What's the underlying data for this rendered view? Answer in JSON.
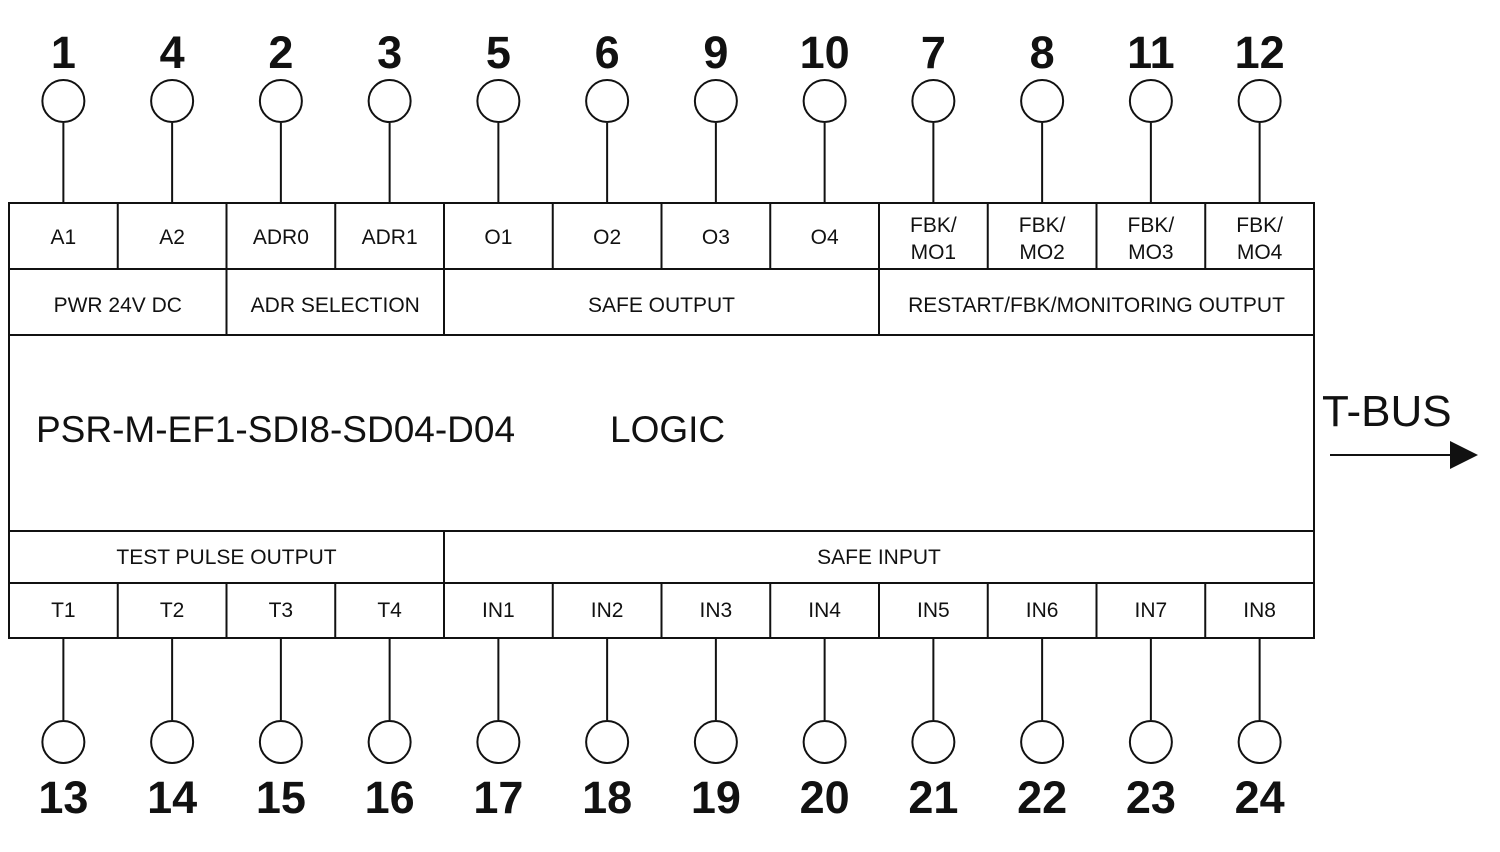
{
  "top_terminals": [
    {
      "number": "1",
      "label": [
        "A1"
      ]
    },
    {
      "number": "4",
      "label": [
        "A2"
      ]
    },
    {
      "number": "2",
      "label": [
        "ADR0"
      ]
    },
    {
      "number": "3",
      "label": [
        "ADR1"
      ]
    },
    {
      "number": "5",
      "label": [
        "O1"
      ]
    },
    {
      "number": "6",
      "label": [
        "O2"
      ]
    },
    {
      "number": "9",
      "label": [
        "O3"
      ]
    },
    {
      "number": "10",
      "label": [
        "O4"
      ]
    },
    {
      "number": "7",
      "label": [
        "FBK/",
        "MO1"
      ]
    },
    {
      "number": "8",
      "label": [
        "FBK/",
        "MO2"
      ]
    },
    {
      "number": "11",
      "label": [
        "FBK/",
        "MO3"
      ]
    },
    {
      "number": "12",
      "label": [
        "FBK/",
        "MO4"
      ]
    }
  ],
  "top_groups": [
    {
      "label": "PWR 24V DC",
      "span": 2
    },
    {
      "label": "ADR SELECTION",
      "span": 2
    },
    {
      "label": "SAFE OUTPUT",
      "span": 4
    },
    {
      "label": "RESTART/FBK/MONITORING OUTPUT",
      "span": 4
    }
  ],
  "module": {
    "model": "PSR-M-EF1-SDI8-SD04-D04",
    "function": "LOGIC"
  },
  "bus": {
    "label": "T-BUS"
  },
  "bottom_groups": [
    {
      "label": "TEST PULSE OUTPUT",
      "span": 4
    },
    {
      "label": "SAFE INPUT",
      "span": 8
    }
  ],
  "bottom_terminals": [
    {
      "number": "13",
      "label": "T1"
    },
    {
      "number": "14",
      "label": "T2"
    },
    {
      "number": "15",
      "label": "T3"
    },
    {
      "number": "16",
      "label": "T4"
    },
    {
      "number": "17",
      "label": "IN1"
    },
    {
      "number": "18",
      "label": "IN2"
    },
    {
      "number": "19",
      "label": "IN3"
    },
    {
      "number": "20",
      "label": "IN4"
    },
    {
      "number": "21",
      "label": "IN5"
    },
    {
      "number": "22",
      "label": "IN6"
    },
    {
      "number": "23",
      "label": "IN7"
    },
    {
      "number": "24",
      "label": "IN8"
    }
  ]
}
